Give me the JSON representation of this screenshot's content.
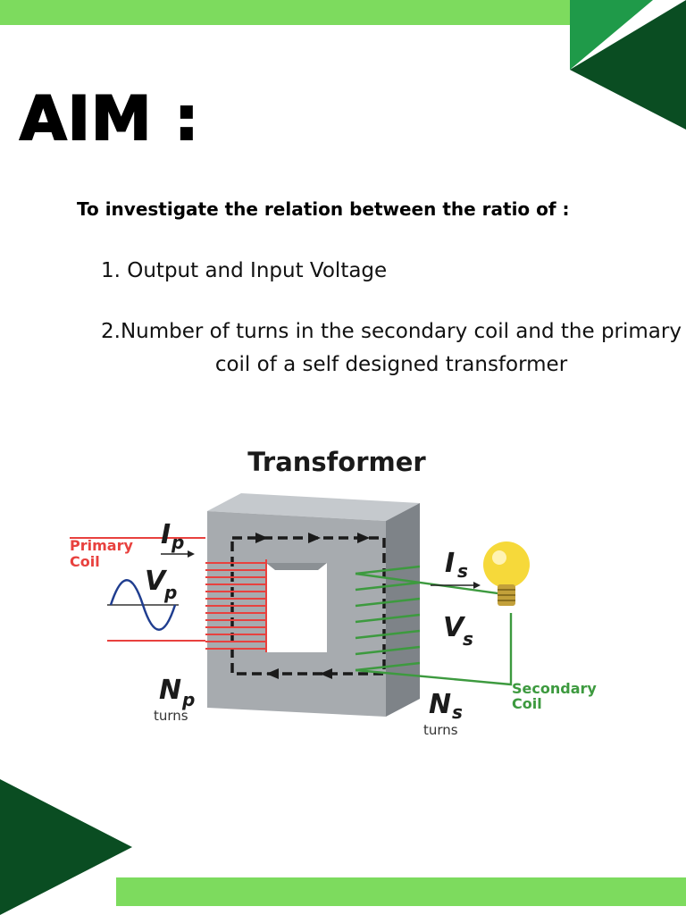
{
  "heading": "AIM :",
  "intro": "To investigate the relation between the ratio of :",
  "items": [
    "1. Output and Input Voltage",
    "2.Number of turns in the secondary coil and the primary coil of a self designed transformer"
  ],
  "diagram": {
    "title": "Transformer",
    "primary_label_line1": "Primary",
    "primary_label_line2": "Coil",
    "secondary_label_line1": "Secondary",
    "secondary_label_line2": "Coil",
    "ip_main": "I",
    "ip_sub": "p",
    "vp_main": "V",
    "vp_sub": "p",
    "is_main": "I",
    "is_sub": "s",
    "vs_main": "V",
    "vs_sub": "s",
    "np_main": "N",
    "np_sub": "p",
    "ns_main": "N",
    "ns_sub": "s",
    "turns_p": "turns",
    "turns_s": "turns"
  },
  "colors": {
    "light_green": "#7ddb5e",
    "dark_green": "#0a4d22",
    "mid_green": "#1f9a49",
    "primary_red": "#e8413e",
    "secondary_green": "#3d9a3f",
    "core_gray": "#9ea3a8",
    "wave_blue": "#1f3d8f"
  }
}
